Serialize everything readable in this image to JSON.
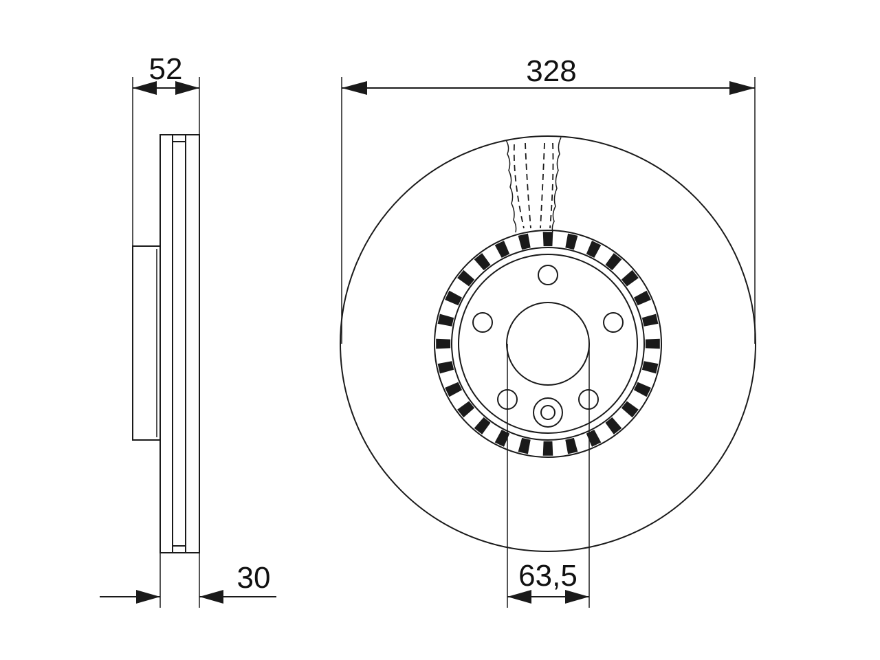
{
  "dimensions": {
    "thickness": "52",
    "min_thickness": "30",
    "diameter": "328",
    "centering_diameter": "63,5"
  },
  "colors": {
    "line": "#1a1a1a",
    "background": "#ffffff"
  }
}
